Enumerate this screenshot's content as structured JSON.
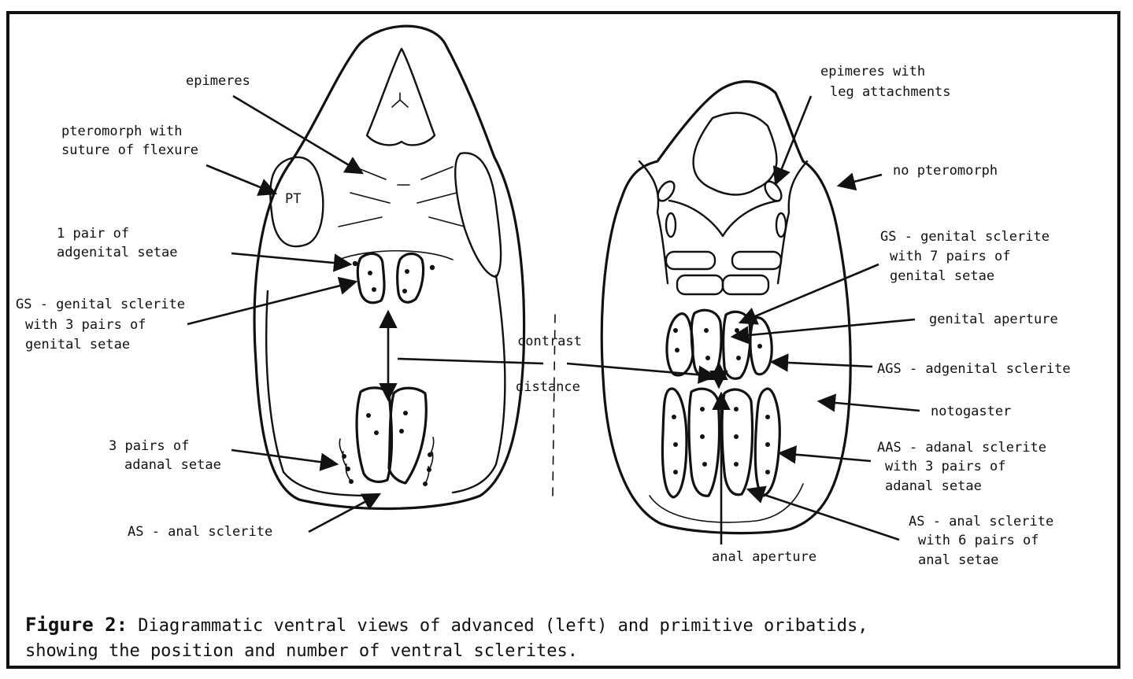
{
  "figure": {
    "caption_label": "Figure 2:",
    "caption_text_line1": "Diagrammatic ventral views of advanced (left) and primitive oribatids,",
    "caption_text_line2": "showing the position and number of ventral sclerites."
  },
  "left_specimen": {
    "pt_label": "PT",
    "labels": {
      "epimeres": "epimeres",
      "pteromorph_l1": "pteromorph with",
      "pteromorph_l2": "suture of flexure",
      "adgenital_l1": "1 pair of",
      "adgenital_l2": "adgenital setae",
      "gs_l1": "GS - genital sclerite",
      "gs_l2": "with 3 pairs of",
      "gs_l3": "genital setae",
      "adanal_l1": "3 pairs of",
      "adanal_l2": "adanal setae",
      "as": "AS - anal sclerite"
    }
  },
  "center": {
    "contrast": "contrast",
    "distance": "distance"
  },
  "right_specimen": {
    "labels": {
      "epimeres_l1": "epimeres with",
      "epimeres_l2": "leg attachments",
      "no_pteromorph": "no pteromorph",
      "gs_l1": "GS - genital sclerite",
      "gs_l2": "with 7 pairs of",
      "gs_l3": "genital setae",
      "genital_aperture": "genital aperture",
      "ags": "AGS - adgenital sclerite",
      "notogaster": "notogaster",
      "aas_l1": "AAS - adanal sclerite",
      "aas_l2": "with 3 pairs of",
      "aas_l3": "adanal setae",
      "as_l1": "AS - anal sclerite",
      "as_l2": "with 6 pairs of",
      "as_l3": "anal setae",
      "anal_aperture": "anal aperture"
    }
  }
}
